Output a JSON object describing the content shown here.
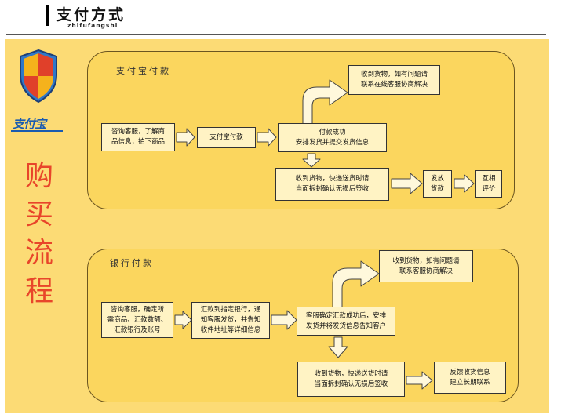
{
  "header": {
    "title": "支付方式",
    "subtitle": "zhifufangshi"
  },
  "sidebar": {
    "logo_text": "支付宝",
    "vertical_title": [
      "购",
      "买",
      "流",
      "程"
    ]
  },
  "alipay_section": {
    "label": "支付宝付款",
    "consult": [
      "咨询客服，了解商",
      "品信息，拍下商品"
    ],
    "pay": "支付宝付款",
    "paid": [
      "付款成功",
      "安排发货并提交发货信息"
    ],
    "issue": [
      "收到货物，如有问题请",
      "联系在线客服协商解决"
    ],
    "receive": [
      "收到货物，快递送货时请",
      "当面拆封确认无损后签收"
    ],
    "release": [
      "发放",
      "货款"
    ],
    "review": [
      "互相",
      "评价"
    ]
  },
  "bank_section": {
    "label": "银行付款",
    "consult": [
      "咨询客服，确定所",
      "需商品、汇款数额、",
      "汇款银行及账号"
    ],
    "transfer": [
      "汇款到指定银行，通",
      "知客服发货，并告知",
      "收件地址等详细信息"
    ],
    "confirm": [
      "客服确定汇款成功后，安排",
      "发货并将发货信息告知客户"
    ],
    "issue": [
      "收到货物，如有问题请",
      "联系客服协商解决"
    ],
    "receive": [
      "收到货物，快递送货时请",
      "当面拆封确认无损后签收"
    ],
    "feedback": [
      "反馈收货信息",
      "建立长期联系"
    ]
  }
}
